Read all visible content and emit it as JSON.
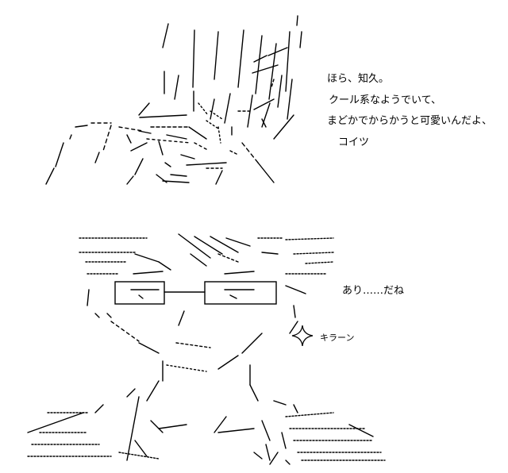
{
  "panel_top": {
    "dialogue": [
      "ほら、知久。",
      "クール系なようでいて、",
      "まどかでからかうと可愛いんだよ、",
      "コイツ"
    ]
  },
  "panel_bottom": {
    "dialogue": "あり……だね",
    "sound_effect": "キラーン"
  },
  "sparkle_icon": "sparkle-icon",
  "colors": {
    "ink": "#000000",
    "background": "#ffffff"
  }
}
